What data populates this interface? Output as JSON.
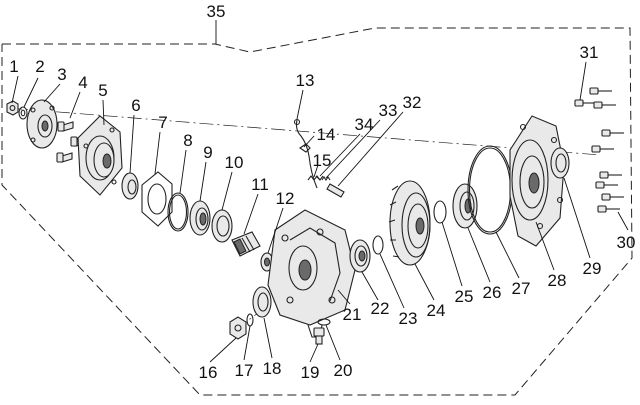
{
  "diagram": {
    "labels": [
      "1",
      "2",
      "3",
      "4",
      "5",
      "6",
      "7",
      "8",
      "9",
      "10",
      "11",
      "12",
      "13",
      "14",
      "15",
      "16",
      "17",
      "18",
      "19",
      "20",
      "21",
      "22",
      "23",
      "24",
      "25",
      "26",
      "27",
      "28",
      "29",
      "30",
      "31",
      "32",
      "33",
      "34",
      "35"
    ]
  }
}
